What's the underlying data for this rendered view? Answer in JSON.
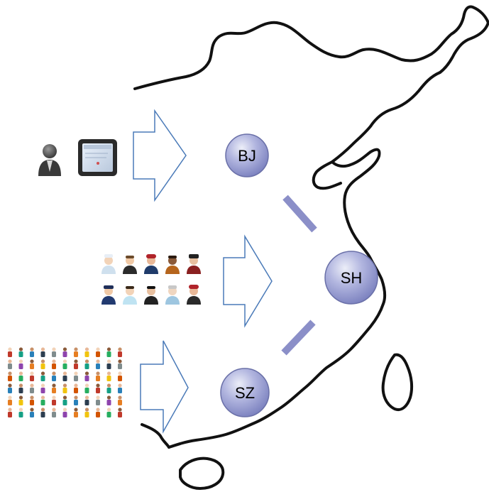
{
  "nodes": {
    "bj": {
      "label": "BJ"
    },
    "sh": {
      "label": "SH"
    },
    "sz": {
      "label": "SZ"
    }
  },
  "connectors": [
    "BJ-SH",
    "SZ-SH"
  ],
  "groups": [
    {
      "id": "individual",
      "icons": [
        "person-icon",
        "tablet-icon"
      ]
    },
    {
      "id": "small-group",
      "icons": [
        "people-group-icon"
      ]
    },
    {
      "id": "crowd",
      "icons": [
        "crowd-icon"
      ]
    }
  ],
  "colors": {
    "node_fill": "#8f95cc",
    "node_stroke": "#6a70a8",
    "connector": "#8b8fc8",
    "arrow_stroke": "#4a7ab8",
    "map_line": "#111111"
  }
}
